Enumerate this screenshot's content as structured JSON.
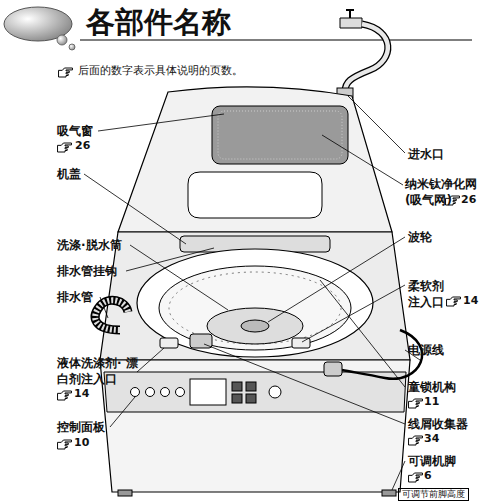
{
  "diagram": {
    "title": "各部件名称",
    "labels": [
      "后面的数字表示具体说明的页数。",
      "吸气窗",
      "26",
      "进水口",
      "机盖",
      "纳米钛净化网 (吸气网)",
      "26",
      "波轮",
      "洗涤·脱水筒",
      "排水管挂钩",
      "柔软剂 注入口",
      "14",
      "排水管",
      "电源线",
      "液体洗涤剂· 漂白剂注入口",
      "14",
      "童锁机构",
      "11",
      "控制面板",
      "10",
      "线屑收集器",
      "34",
      "可调机脚",
      "6",
      "可调节前脚高度"
    ]
  }
}
